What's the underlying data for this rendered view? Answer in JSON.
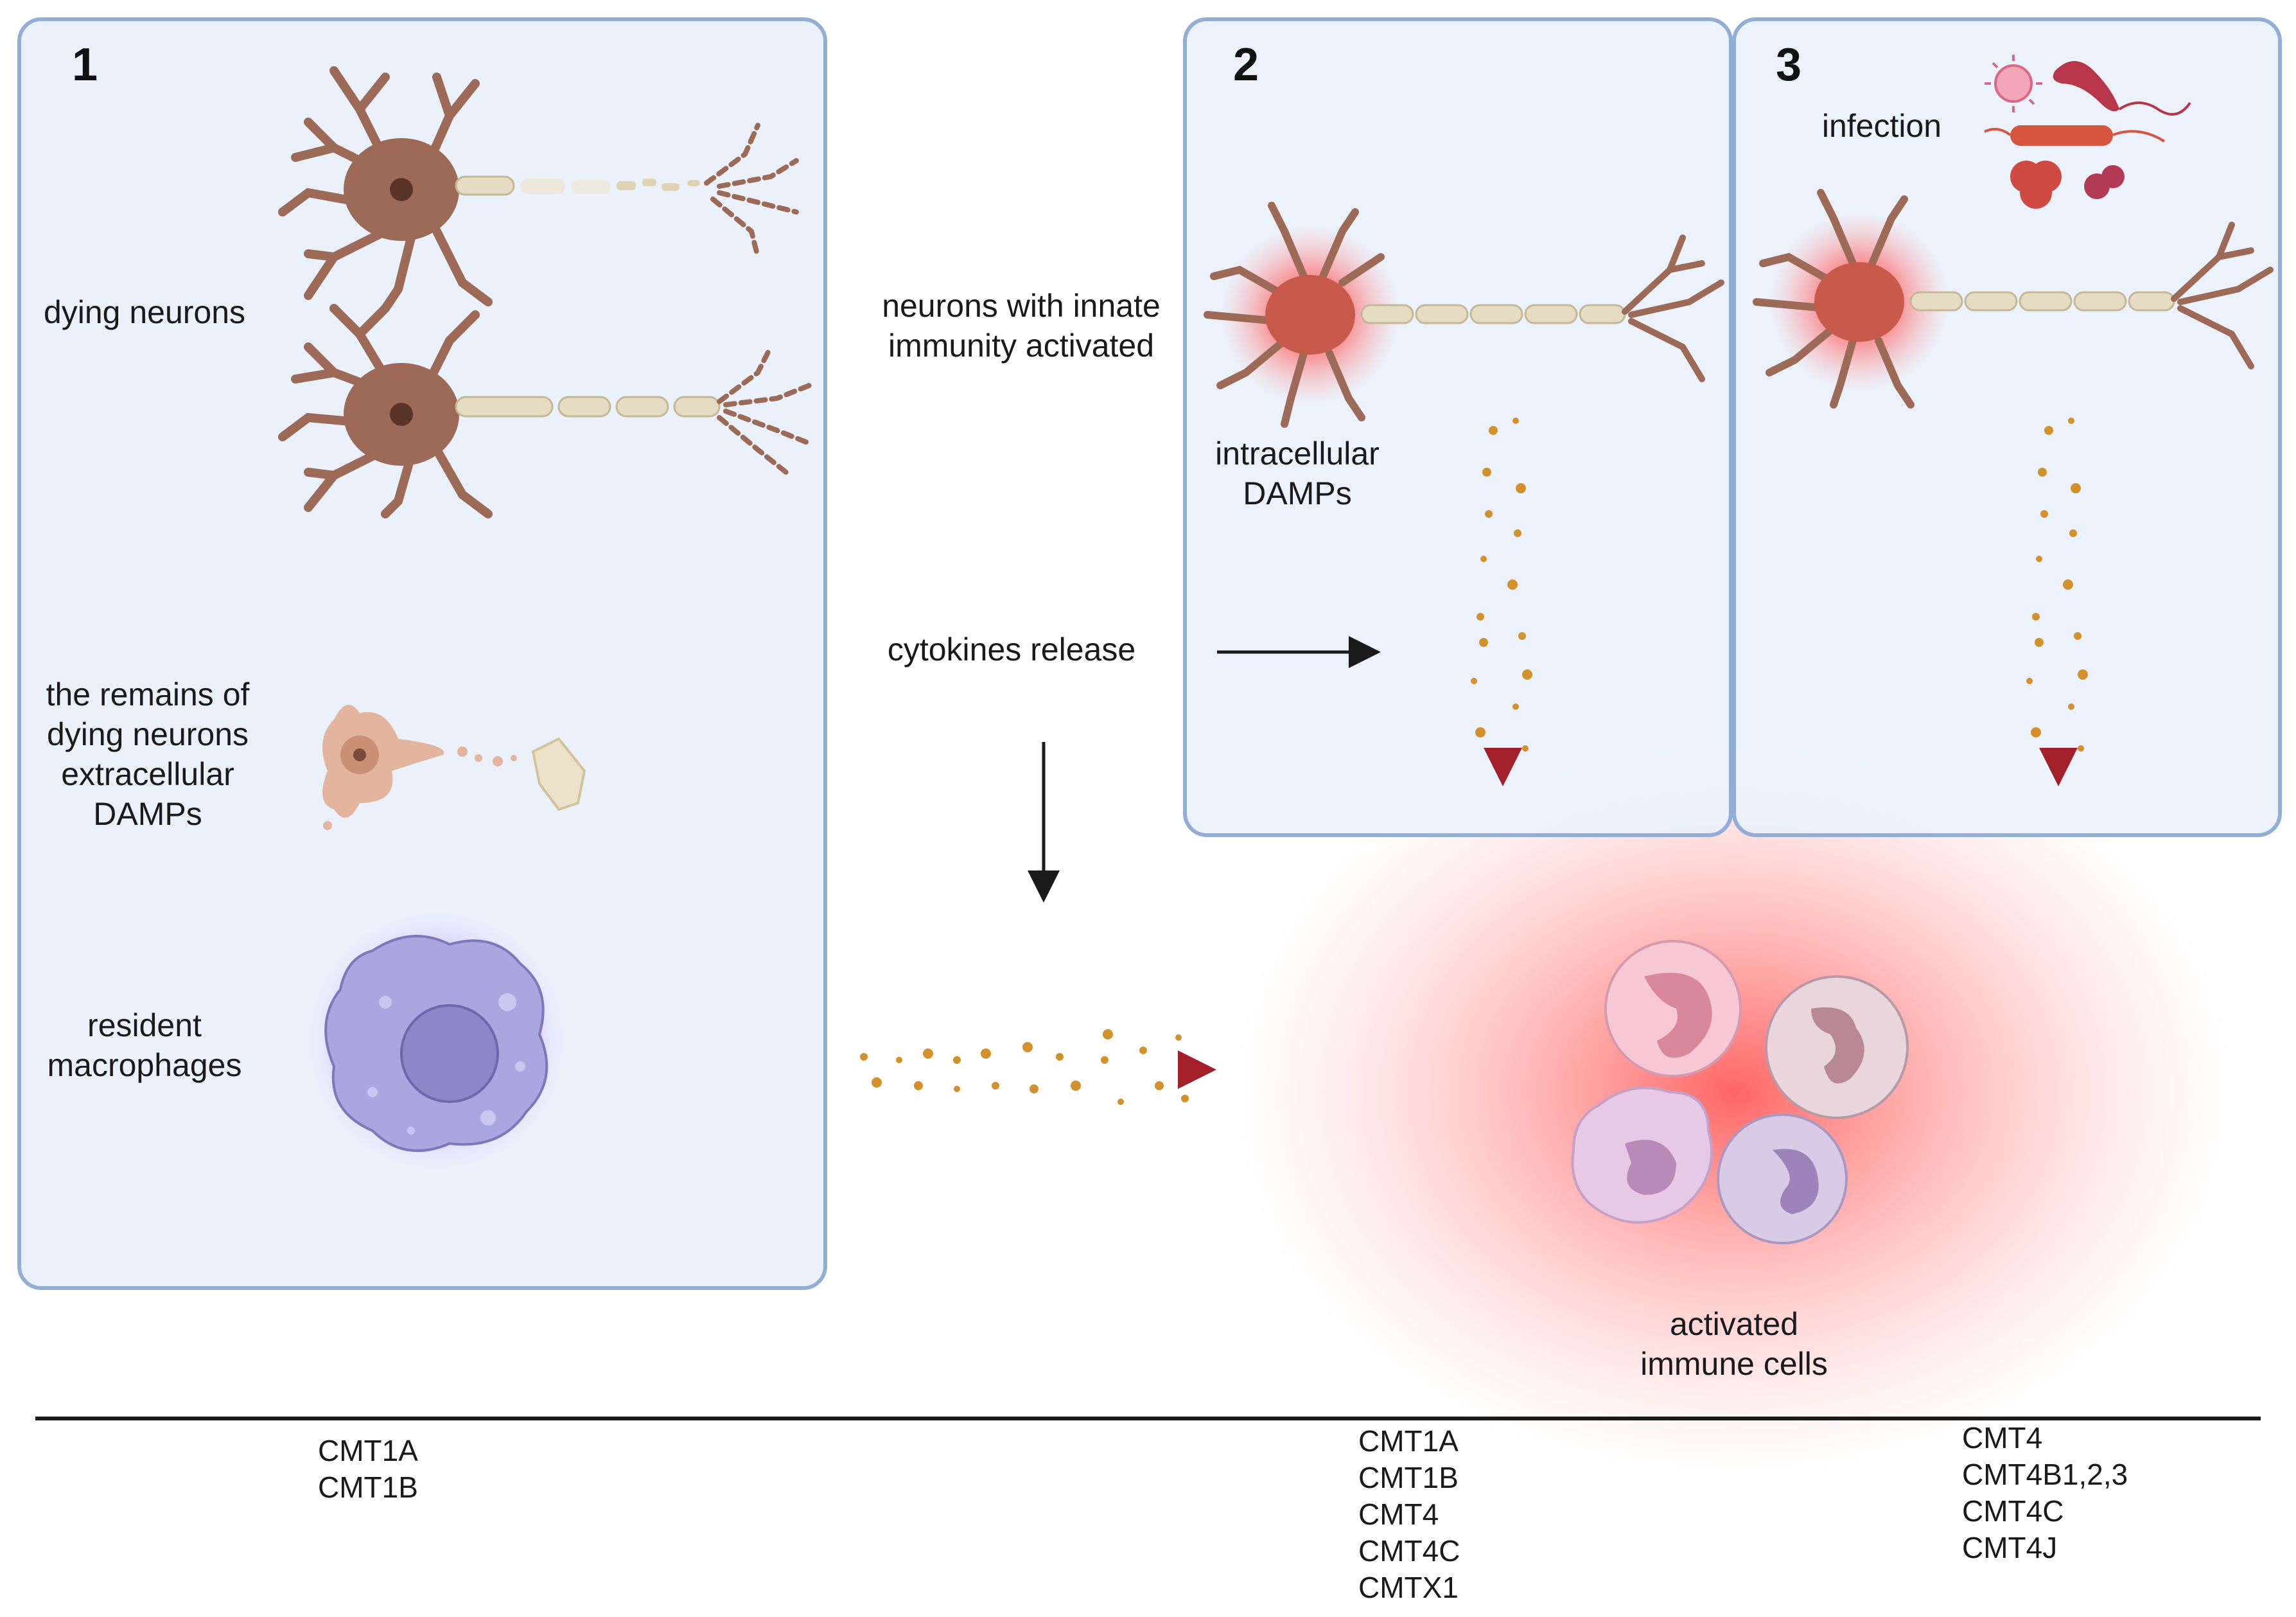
{
  "panels": [
    {
      "number": "1"
    },
    {
      "number": "2"
    },
    {
      "number": "3"
    }
  ],
  "labels": {
    "dying_neurons": "dying neurons",
    "remains": [
      "the remains of",
      "dying neurons",
      "extracellular",
      "DAMPs"
    ],
    "macrophages": [
      "resident",
      "macrophages"
    ],
    "innate": [
      "neurons with innate",
      "immunity activated"
    ],
    "intracellular": [
      "intracellular",
      "DAMPs"
    ],
    "cytokines": "cytokines release",
    "infection": "infection",
    "immune_cells": [
      "activated",
      "immune cells"
    ]
  },
  "cmt_lists": {
    "col1": [
      "CMT1A",
      "CMT1B"
    ],
    "col2": [
      "CMT1A",
      "CMT1B",
      "CMT4",
      "CMT4C",
      "CMTX1"
    ],
    "col3": [
      "CMT4",
      "CMT4B1,2,3",
      "CMT4C",
      "CMT4J"
    ]
  },
  "colors": {
    "panel_fill": "#eaf1fb",
    "panel_border": "#93aed6",
    "neuron_body": "#9c6a57",
    "axon": "#e6dcc4",
    "arrow_dark": "#1a1a1a",
    "arrow_red": "#a3202b",
    "particle": "#d4902a",
    "inflammation": "#ff5a5a",
    "macrophage": "#a9a6e0"
  }
}
